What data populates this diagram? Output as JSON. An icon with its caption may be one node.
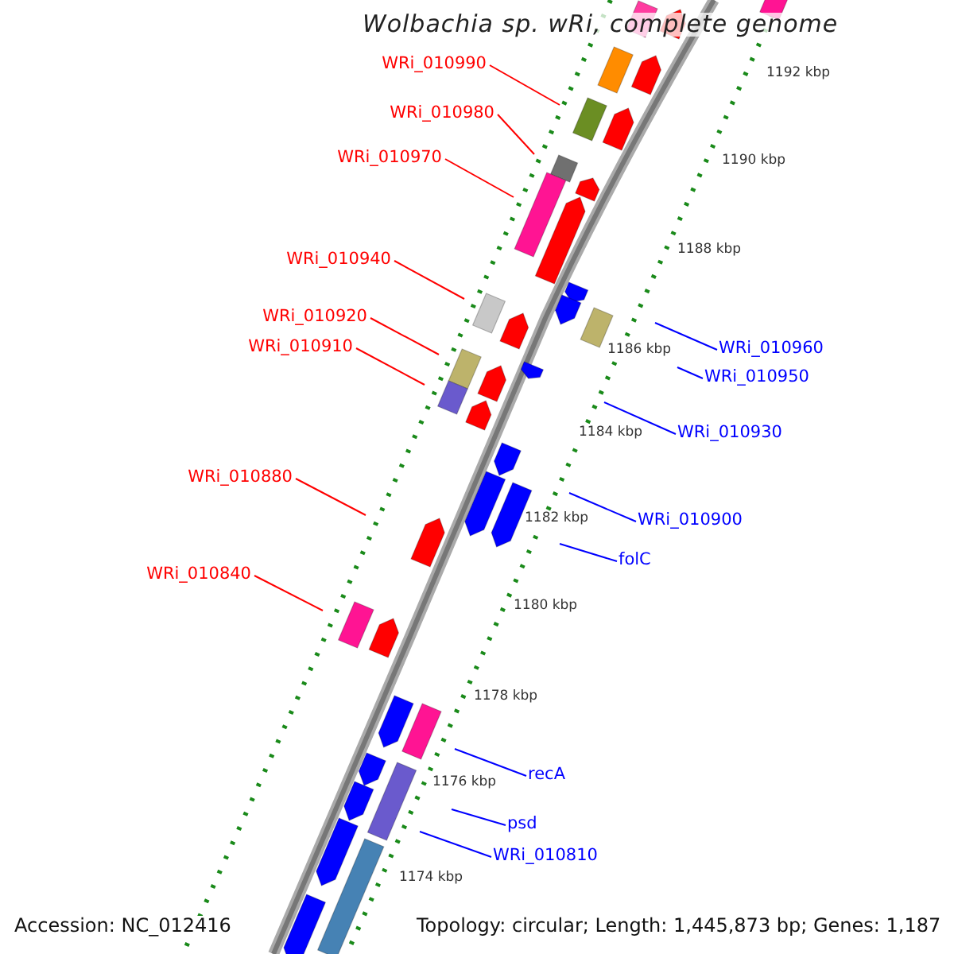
{
  "diagram": {
    "title": "Wolbachia sp. wRi, complete genome",
    "nodes": [
      {
        "text": [
          "WRi_010990"
        ]
      },
      {
        "text": [
          "WRi_010980"
        ]
      },
      {
        "text": [
          "WRi_010970"
        ]
      },
      {
        "text": [
          "WRi_010940"
        ]
      },
      {
        "text": [
          "WRi_010920"
        ]
      },
      {
        "text": [
          "WRi_010910"
        ]
      },
      {
        "text": [
          "WRi_010960"
        ]
      },
      {
        "text": [
          "WRi_010950"
        ]
      },
      {
        "text": [
          "WRi_010930"
        ]
      },
      {
        "text": [
          "WRi_010880"
        ]
      },
      {
        "text": [
          "WRi_010900"
        ]
      },
      {
        "text": [
          "folC"
        ]
      },
      {
        "text": [
          "WRi_010840"
        ]
      },
      {
        "text": [
          "recA"
        ]
      },
      {
        "text": [
          "psd"
        ]
      },
      {
        "text": [
          "WRi_010810"
        ]
      }
    ],
    "edges": [
      {
        "from": 0,
        "to": null,
        "arrow": "none"
      },
      {
        "from": 1,
        "to": null,
        "arrow": "none"
      },
      {
        "from": 2,
        "to": null,
        "arrow": "none"
      },
      {
        "from": 3,
        "to": null,
        "arrow": "none"
      },
      {
        "from": 4,
        "to": null,
        "arrow": "none"
      },
      {
        "from": 5,
        "to": null,
        "arrow": "none"
      },
      {
        "from": 6,
        "to": null,
        "arrow": "none",
        "color": "#0000ff"
      },
      {
        "from": 7,
        "to": null,
        "arrow": "none",
        "color": "#0000ff"
      },
      {
        "from": 8,
        "to": null,
        "arrow": "none",
        "color": "#0000ff"
      },
      {
        "from": 9,
        "to": null,
        "arrow": "none"
      },
      {
        "from": 10,
        "to": null,
        "arrow": "none",
        "color": "#0000ff"
      },
      {
        "from": 11,
        "to": null,
        "arrow": "none",
        "color": "#0000ff"
      },
      {
        "from": 12,
        "to": null,
        "arrow": "none"
      },
      {
        "from": 13,
        "to": null,
        "arrow": "none",
        "color": "#0000ff"
      },
      {
        "from": 14,
        "to": null,
        "arrow": "none",
        "color": "#0000ff"
      },
      {
        "from": 15,
        "to": null,
        "arrow": "none",
        "color": "#0000ff"
      }
    ],
    "labels": [
      "1192 kbp",
      "1190 kbp",
      "1188 kbp",
      "1186 kbp",
      "1184 kbp",
      "1182 kbp",
      "1180 kbp",
      "1178 kbp",
      "1176 kbp",
      "1174 kbp",
      "Accession: NC_012416",
      "Topology: circular; Length: 1,445,873 bp; Genes: 1,187"
    ]
  }
}
